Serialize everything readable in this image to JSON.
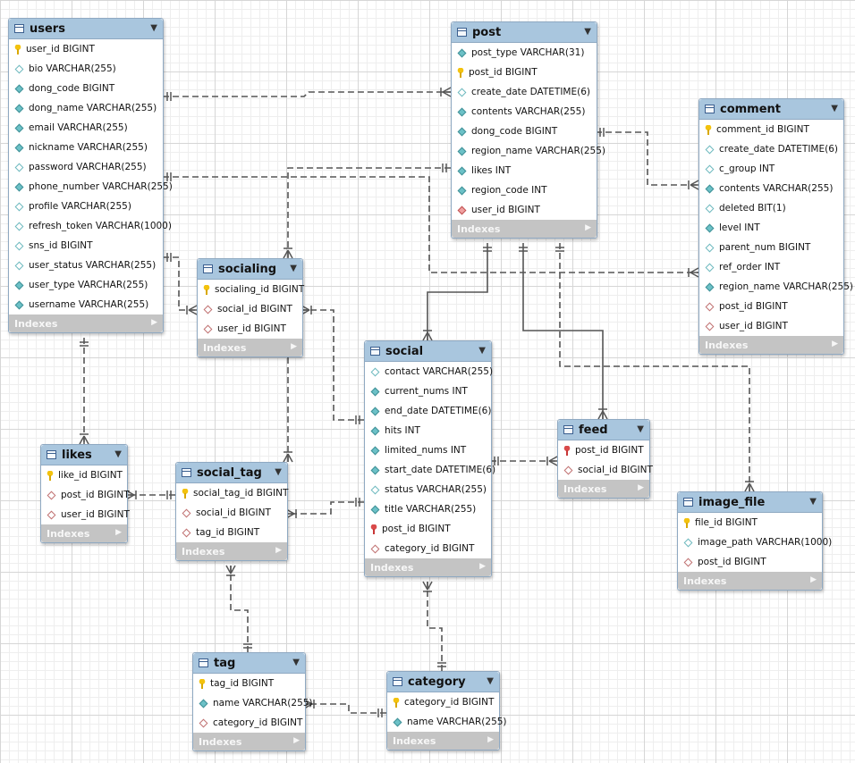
{
  "diagram": {
    "tables": [
      {
        "id": "users",
        "name": "users",
        "columns": [
          {
            "label": "user_id BIGINT",
            "kind": "pk"
          },
          {
            "label": "bio VARCHAR(255)",
            "kind": "null"
          },
          {
            "label": "dong_code BIGINT",
            "kind": "nn"
          },
          {
            "label": "dong_name VARCHAR(255)",
            "kind": "nn"
          },
          {
            "label": "email VARCHAR(255)",
            "kind": "nn"
          },
          {
            "label": "nickname VARCHAR(255)",
            "kind": "nn"
          },
          {
            "label": "password VARCHAR(255)",
            "kind": "null"
          },
          {
            "label": "phone_number VARCHAR(255)",
            "kind": "nn"
          },
          {
            "label": "profile VARCHAR(255)",
            "kind": "null"
          },
          {
            "label": "refresh_token VARCHAR(1000)",
            "kind": "null"
          },
          {
            "label": "sns_id BIGINT",
            "kind": "null"
          },
          {
            "label": "user_status VARCHAR(255)",
            "kind": "null"
          },
          {
            "label": "user_type VARCHAR(255)",
            "kind": "nn"
          },
          {
            "label": "username VARCHAR(255)",
            "kind": "nn"
          }
        ],
        "indexes_label": "Indexes"
      },
      {
        "id": "post",
        "name": "post",
        "columns": [
          {
            "label": "post_type VARCHAR(31)",
            "kind": "nn"
          },
          {
            "label": "post_id BIGINT",
            "kind": "pk"
          },
          {
            "label": "create_date DATETIME(6)",
            "kind": "null"
          },
          {
            "label": "contents VARCHAR(255)",
            "kind": "nn"
          },
          {
            "label": "dong_code BIGINT",
            "kind": "nn"
          },
          {
            "label": "region_name VARCHAR(255)",
            "kind": "nn"
          },
          {
            "label": "likes INT",
            "kind": "nn"
          },
          {
            "label": "region_code INT",
            "kind": "nn"
          },
          {
            "label": "user_id BIGINT",
            "kind": "fk"
          }
        ],
        "indexes_label": "Indexes"
      },
      {
        "id": "comment",
        "name": "comment",
        "columns": [
          {
            "label": "comment_id BIGINT",
            "kind": "pk"
          },
          {
            "label": "create_date DATETIME(6)",
            "kind": "null"
          },
          {
            "label": "c_group INT",
            "kind": "null"
          },
          {
            "label": "contents VARCHAR(255)",
            "kind": "nn"
          },
          {
            "label": "deleted BIT(1)",
            "kind": "null"
          },
          {
            "label": "level INT",
            "kind": "nn"
          },
          {
            "label": "parent_num BIGINT",
            "kind": "null"
          },
          {
            "label": "ref_order INT",
            "kind": "null"
          },
          {
            "label": "region_name VARCHAR(255)",
            "kind": "nn"
          },
          {
            "label": "post_id BIGINT",
            "kind": "fkn"
          },
          {
            "label": "user_id BIGINT",
            "kind": "fkn"
          }
        ],
        "indexes_label": "Indexes"
      },
      {
        "id": "socialing",
        "name": "socialing",
        "columns": [
          {
            "label": "socialing_id BIGINT",
            "kind": "pk"
          },
          {
            "label": "social_id BIGINT",
            "kind": "fkn"
          },
          {
            "label": "user_id BIGINT",
            "kind": "fkn"
          }
        ],
        "indexes_label": "Indexes"
      },
      {
        "id": "social",
        "name": "social",
        "columns": [
          {
            "label": "contact VARCHAR(255)",
            "kind": "null"
          },
          {
            "label": "current_nums INT",
            "kind": "nn"
          },
          {
            "label": "end_date DATETIME(6)",
            "kind": "nn"
          },
          {
            "label": "hits INT",
            "kind": "nn"
          },
          {
            "label": "limited_nums INT",
            "kind": "nn"
          },
          {
            "label": "start_date DATETIME(6)",
            "kind": "nn"
          },
          {
            "label": "status VARCHAR(255)",
            "kind": "null"
          },
          {
            "label": "title VARCHAR(255)",
            "kind": "nn"
          },
          {
            "label": "post_id BIGINT",
            "kind": "pkfk"
          },
          {
            "label": "category_id BIGINT",
            "kind": "fkn"
          }
        ],
        "indexes_label": "Indexes"
      },
      {
        "id": "feed",
        "name": "feed",
        "columns": [
          {
            "label": "post_id BIGINT",
            "kind": "pkfk"
          },
          {
            "label": "social_id BIGINT",
            "kind": "fkn"
          }
        ],
        "indexes_label": "Indexes"
      },
      {
        "id": "likes",
        "name": "likes",
        "columns": [
          {
            "label": "like_id BIGINT",
            "kind": "pk"
          },
          {
            "label": "post_id BIGINT",
            "kind": "fkn"
          },
          {
            "label": "user_id BIGINT",
            "kind": "fkn"
          }
        ],
        "indexes_label": "Indexes"
      },
      {
        "id": "social_tag",
        "name": "social_tag",
        "columns": [
          {
            "label": "social_tag_id BIGINT",
            "kind": "pk"
          },
          {
            "label": "social_id BIGINT",
            "kind": "fkn"
          },
          {
            "label": "tag_id BIGINT",
            "kind": "fkn"
          }
        ],
        "indexes_label": "Indexes"
      },
      {
        "id": "image_file",
        "name": "image_file",
        "columns": [
          {
            "label": "file_id BIGINT",
            "kind": "pk"
          },
          {
            "label": "image_path VARCHAR(1000)",
            "kind": "null"
          },
          {
            "label": "post_id BIGINT",
            "kind": "fkn"
          }
        ],
        "indexes_label": "Indexes"
      },
      {
        "id": "tag",
        "name": "tag",
        "columns": [
          {
            "label": "tag_id BIGINT",
            "kind": "pk"
          },
          {
            "label": "name VARCHAR(255)",
            "kind": "nn"
          },
          {
            "label": "category_id BIGINT",
            "kind": "fkn"
          }
        ],
        "indexes_label": "Indexes"
      },
      {
        "id": "category",
        "name": "category",
        "columns": [
          {
            "label": "category_id BIGINT",
            "kind": "pk"
          },
          {
            "label": "name VARCHAR(255)",
            "kind": "nn"
          }
        ],
        "indexes_label": "Indexes"
      }
    ],
    "relationships": [
      {
        "from": "users",
        "to": "post",
        "style": "dashed"
      },
      {
        "from": "users",
        "to": "comment",
        "style": "dashed"
      },
      {
        "from": "post",
        "to": "comment",
        "style": "dashed"
      },
      {
        "from": "users",
        "to": "socialing",
        "style": "dashed"
      },
      {
        "from": "social",
        "to": "socialing",
        "style": "dashed"
      },
      {
        "from": "post",
        "to": "social",
        "style": "solid"
      },
      {
        "from": "post",
        "to": "feed",
        "style": "solid"
      },
      {
        "from": "social",
        "to": "feed",
        "style": "dashed"
      },
      {
        "from": "post",
        "to": "image_file",
        "style": "dashed"
      },
      {
        "from": "post",
        "to": "likes",
        "style": "dashed"
      },
      {
        "from": "users",
        "to": "likes",
        "style": "dashed"
      },
      {
        "from": "social",
        "to": "social_tag",
        "style": "dashed"
      },
      {
        "from": "tag",
        "to": "social_tag",
        "style": "dashed"
      },
      {
        "from": "category",
        "to": "social",
        "style": "dashed"
      },
      {
        "from": "category",
        "to": "tag",
        "style": "dashed"
      }
    ]
  },
  "colors": {
    "header": "#a9c6de",
    "border": "#8fa9c2",
    "footer": "#c4c4c4",
    "line": "#555555",
    "pk_key": "#f3c20d",
    "fk_key": "#d94a4a"
  }
}
